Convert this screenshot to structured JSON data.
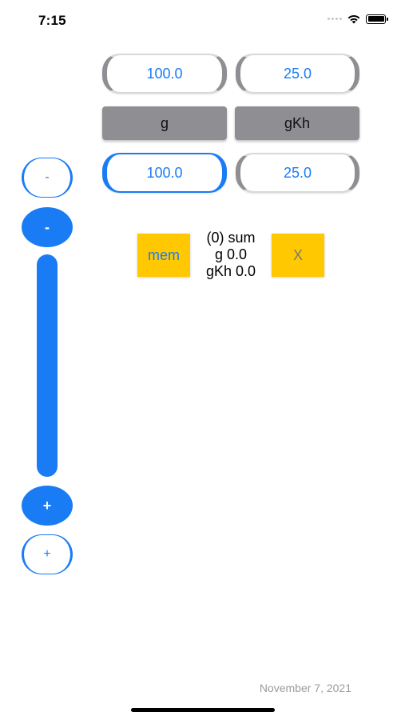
{
  "status_bar": {
    "time": "7:15",
    "icons": [
      "cellular-dots-icon",
      "wifi-icon",
      "battery-icon"
    ]
  },
  "converter": {
    "top_left_value": "100.0",
    "top_right_value": "25.0",
    "unit_left": "g",
    "unit_right": "gKh",
    "bottom_left_value": "100.0",
    "bottom_right_value": "25.0"
  },
  "stepper": {
    "small_minus": "-",
    "big_minus": "-",
    "big_plus": "+",
    "small_plus": "+"
  },
  "memory": {
    "mem_label": "mem",
    "summary_line1": "(0) sum",
    "summary_line2": "g 0.0",
    "summary_line3": "gKh 0.0",
    "clear_label": "X"
  },
  "footer": {
    "date": "November 7, 2021"
  },
  "colors": {
    "accent": "#1a7cf5",
    "unit_button": "#8e8e93",
    "memory_button": "#ffc800",
    "date_text": "#9b9b9b"
  }
}
